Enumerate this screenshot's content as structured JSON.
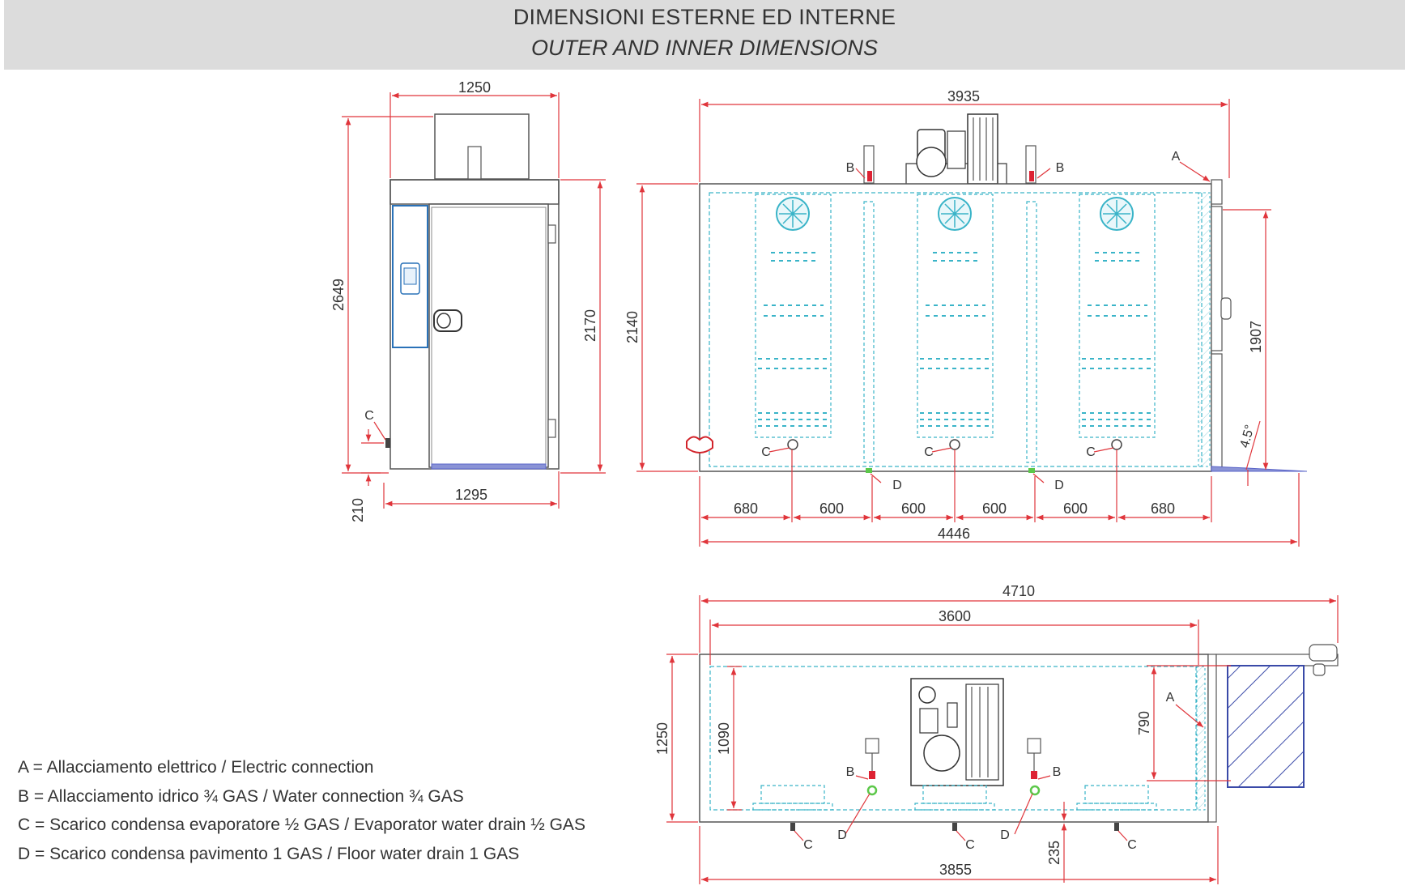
{
  "header": {
    "title_it": "DIMENSIONI ESTERNE ED INTERNE",
    "title_en": "OUTER AND INNER DIMENSIONS"
  },
  "side_view": {
    "width_top": "1250",
    "height_total": "2649",
    "height_body": "2170",
    "width_base": "1295",
    "drain_height": "210",
    "label_c": "C"
  },
  "front_view": {
    "width_top": "3935",
    "height_body": "2140",
    "height_door": "1907",
    "ramp_angle": "4.5°",
    "segments": [
      "680",
      "600",
      "600",
      "600",
      "600",
      "680"
    ],
    "width_total": "4446",
    "label_a": "A",
    "label_b": "B",
    "label_c": "C",
    "label_d": "D"
  },
  "plan_view": {
    "width_total": "4710",
    "width_inner": "3600",
    "depth_outer": "1250",
    "depth_inner": "1090",
    "door_depth": "790",
    "width_bottom": "3855",
    "drain_offset": "235",
    "label_a": "A",
    "label_b": "B",
    "label_c": "C",
    "label_d": "D"
  },
  "legend": [
    "A = Allacciamento elettrico / Electric connection",
    "B = Allacciamento idrico ¾ GAS / Water connection ¾ GAS",
    "C = Scarico condensa evaporatore ½ GAS / Evaporator water drain ½ GAS",
    "D = Scarico condensa pavimento 1 GAS / Floor water drain 1 GAS"
  ],
  "colors": {
    "dimension": "#e0353b",
    "inner": "#3ab4c8",
    "outline": "#555555",
    "drain": "#5cc84a",
    "ramp": "#5a64c8"
  }
}
